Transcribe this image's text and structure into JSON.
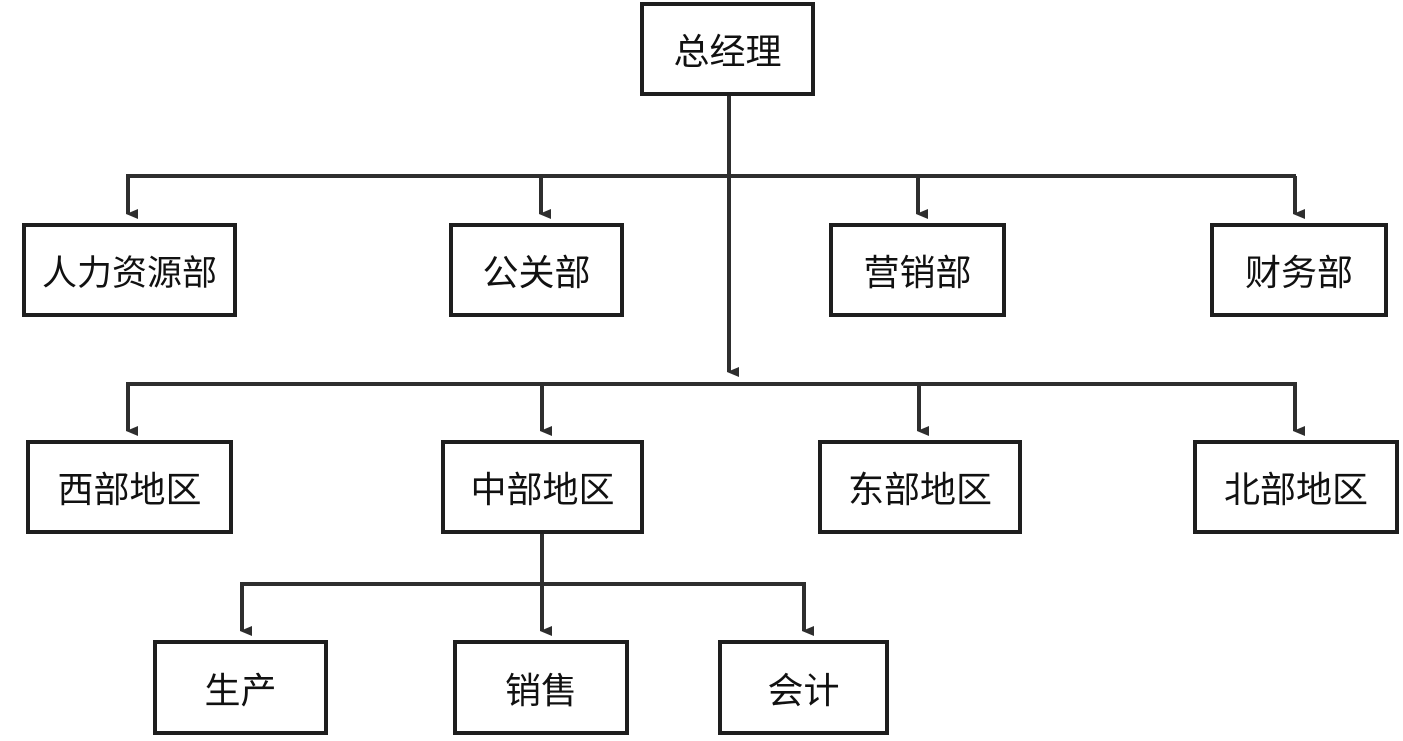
{
  "chart": {
    "ceo": "总经理",
    "departments": {
      "hr": "人力资源部",
      "pr": "公关部",
      "marketing": "营销部",
      "finance": "财务部"
    },
    "regions": {
      "west": "西部地区",
      "central": "中部地区",
      "east": "东部地区",
      "north": "北部地区"
    },
    "central_functions": {
      "production": "生产",
      "sales": "销售",
      "accounting": "会计"
    }
  },
  "colors": {
    "line": "#2e2e2e",
    "border": "#1e1e1e",
    "text": "#111111",
    "background": "#ffffff"
  }
}
